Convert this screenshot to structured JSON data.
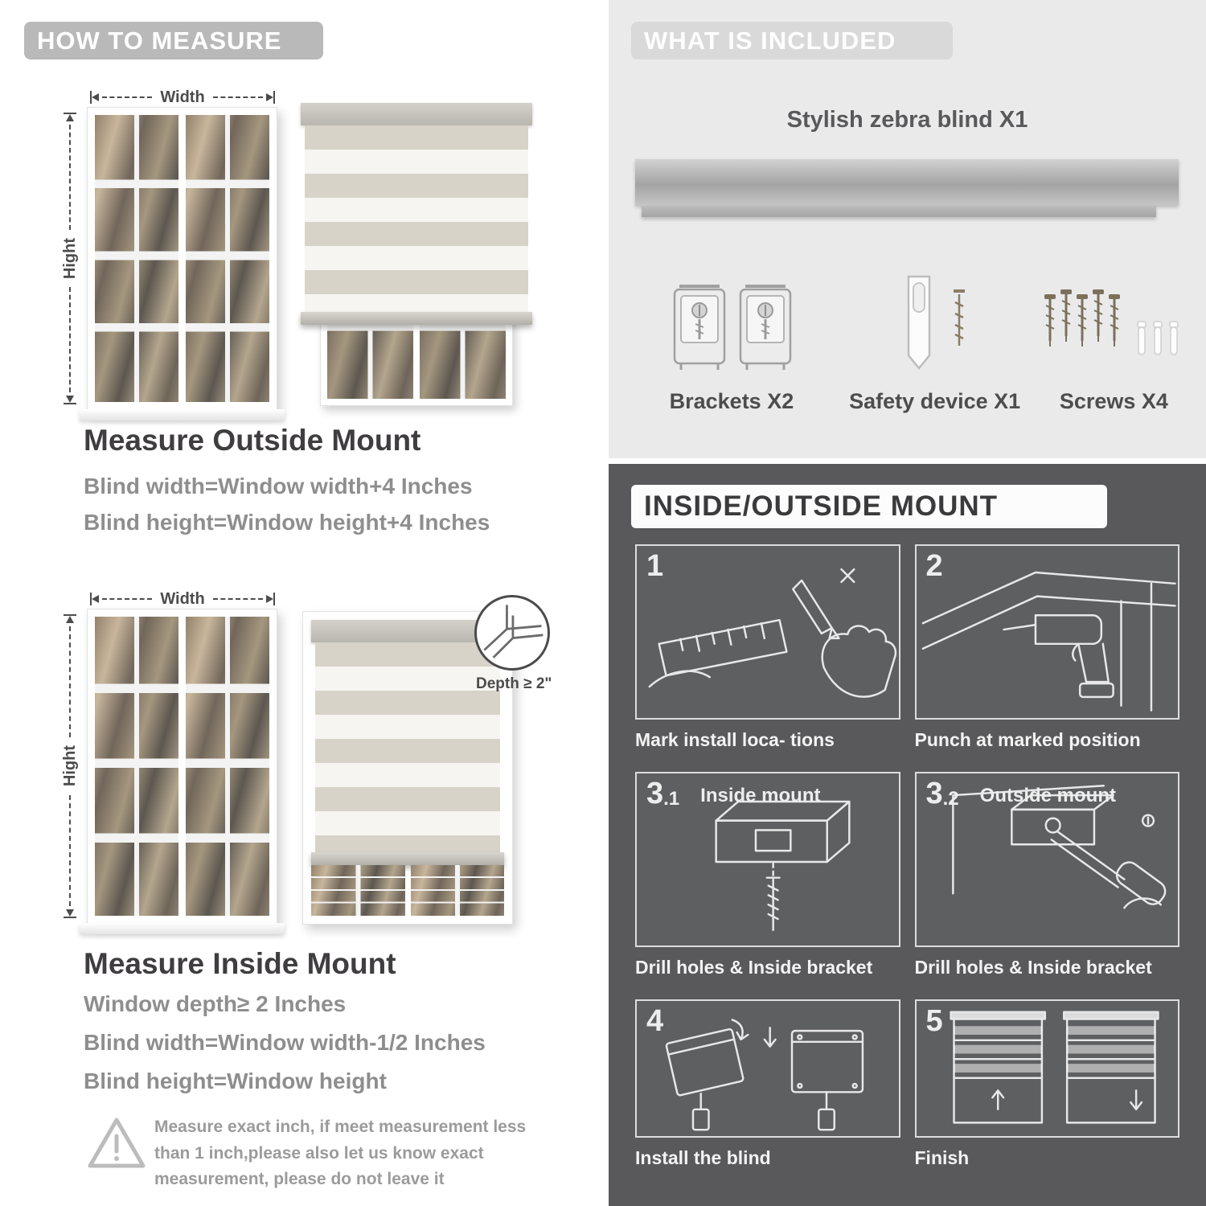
{
  "left": {
    "header": "HOW TO MEASURE",
    "labels": {
      "width": "Width",
      "height": "Hight",
      "depth": "Depth ≥ 2\""
    },
    "outside": {
      "heading": "Measure Outside Mount",
      "line1": "Blind width=Window width+4 Inches",
      "line2": "Blind height=Window height+4 Inches"
    },
    "inside": {
      "heading": "Measure Inside Mount",
      "line1": "Window depth≥ 2 Inches",
      "line2": "Blind width=Window width-1/2 Inches",
      "line3": "Blind height=Window height"
    },
    "warning": {
      "icon": "!",
      "text": "Measure exact inch, if meet measurement less than 1 inch,please also let us know exact measurement, please do not leave it"
    }
  },
  "right": {
    "included": {
      "header": "WHAT IS INCLUDED",
      "blind_label": "Stylish zebra blind X1",
      "items": [
        {
          "label": "Brackets X2"
        },
        {
          "label": "Safety device X1"
        },
        {
          "label": "Screws X4"
        }
      ]
    },
    "mount": {
      "header": "INSIDE/OUTSIDE MOUNT",
      "steps": [
        {
          "num": "1",
          "sub": "",
          "title": "",
          "caption": "Mark install loca- tions"
        },
        {
          "num": "2",
          "sub": "",
          "title": "",
          "caption": "Punch at  marked position"
        },
        {
          "num": "3",
          "sub": ".1",
          "title": "Inside mount",
          "caption": "Drill holes &  Inside bracket"
        },
        {
          "num": "3",
          "sub": ".2",
          "title": "Outside mount",
          "caption": "Drill holes &  Inside bracket"
        },
        {
          "num": "4",
          "sub": "",
          "title": "",
          "caption": "Install the blind"
        },
        {
          "num": "5",
          "sub": "",
          "title": "",
          "caption": "Finish"
        }
      ]
    }
  }
}
